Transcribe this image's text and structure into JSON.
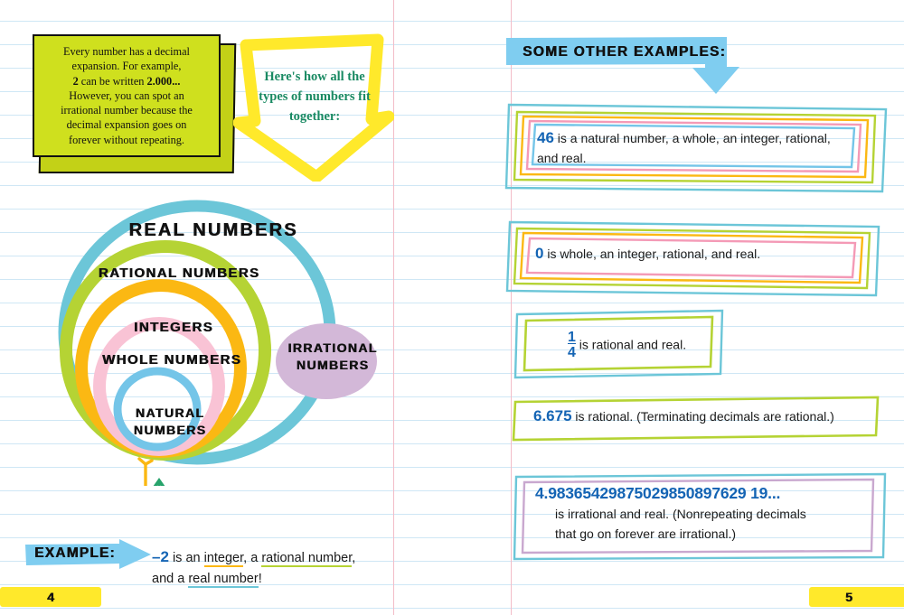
{
  "left_page": {
    "sticky_note": {
      "line1": "Every number has a decimal",
      "line2": "expansion. For example,",
      "line3_pre": "2",
      "line3_mid": " can be written ",
      "line3_bold": "2.000...",
      "line4": "However, you can spot an",
      "line5": "irrational number because the",
      "line6": "decimal expansion goes on",
      "line7": "forever without repeating."
    },
    "callout": {
      "text": "Here's how all the types of numbers fit together:"
    },
    "venn": {
      "real": "REAL NUMBERS",
      "rational": "RATIONAL NUMBERS",
      "integers": "INTEGERS",
      "whole": "WHOLE NUMBERS",
      "natural": "NATURAL NUMBERS",
      "irrational": "IRRATIONAL NUMBERS"
    },
    "example": {
      "banner_label": "EXAMPLE:",
      "number": "–2",
      "text_a": " is an ",
      "word_integer": "integer",
      "text_b": ", a ",
      "word_rational": "rational number",
      "text_c": ",",
      "text_d": "and a ",
      "word_real": "real number",
      "text_e": "!"
    },
    "page_number": "4"
  },
  "right_page": {
    "header": "SOME OTHER EXAMPLES:",
    "examples": [
      {
        "number": "46",
        "text": " is a natural number, a whole, an integer, rational, and real.",
        "borders": [
          "#6cc6d8",
          "#b5d334",
          "#fbb813",
          "#f49ab6",
          "#74c5e8"
        ]
      },
      {
        "number": "0",
        "text": " is whole, an integer, rational, and real.",
        "borders": [
          "#6cc6d8",
          "#b5d334",
          "#fbb813",
          "#f49ab6"
        ]
      },
      {
        "numerator": "1",
        "denominator": "4",
        "text": " is rational and real.",
        "borders": [
          "#6cc6d8",
          "#b5d334"
        ]
      },
      {
        "number": "6.675",
        "text": " is rational. (Terminating decimals are rational.)",
        "borders": [
          "#b5d334"
        ]
      },
      {
        "number": "4.98365429875029850897629 19...",
        "text_line1": "is irrational and real. (Nonrepeating decimals",
        "text_line2": "that go on forever are irrational.)",
        "borders": [
          "#6cc6d8",
          "#c9a8cf"
        ]
      }
    ],
    "page_number": "5"
  },
  "colors": {
    "real_ring": "#6cc6d8",
    "rational_ring": "#b5d334",
    "integers_ring": "#fbb813",
    "whole_ring": "#f9c3d5",
    "natural_ring": "#74c5e8",
    "irrational_fill": "#d3b8d8",
    "sticky": "#cfe01e",
    "callout_arrow": "#ffe92b",
    "banner_blue": "#7fcdf0",
    "number_blue": "#1464b4",
    "rule_line": "#cfe7f5",
    "margin_line": "#f3bcc8",
    "page_highlight": "#ffe92b"
  }
}
